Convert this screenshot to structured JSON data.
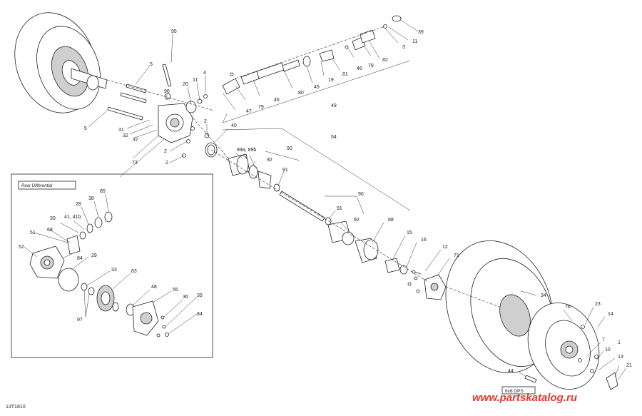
{
  "diagram": {
    "reference": "13T1810",
    "watermark": "www.partskatalog.ru",
    "inset_title": "Rear Differential",
    "wheel_tag": "6x6 DPS",
    "callouts": [
      {
        "id": "c95",
        "label": "95"
      },
      {
        "id": "c5a",
        "label": "5"
      },
      {
        "id": "c5b",
        "label": "5"
      },
      {
        "id": "c11a",
        "label": "11"
      },
      {
        "id": "c4",
        "label": "4"
      },
      {
        "id": "c20",
        "label": "20"
      },
      {
        "id": "c96",
        "label": "96"
      },
      {
        "id": "c31",
        "label": "31"
      },
      {
        "id": "c32",
        "label": "32"
      },
      {
        "id": "c37",
        "label": "37"
      },
      {
        "id": "c73",
        "label": "73"
      },
      {
        "id": "c2a",
        "label": "2"
      },
      {
        "id": "c2b",
        "label": "2"
      },
      {
        "id": "c2c",
        "label": "2"
      },
      {
        "id": "c40",
        "label": "40"
      },
      {
        "id": "c47",
        "label": "47"
      },
      {
        "id": "c79a",
        "label": "79"
      },
      {
        "id": "c46a",
        "label": "46"
      },
      {
        "id": "c80",
        "label": "80"
      },
      {
        "id": "c45",
        "label": "45"
      },
      {
        "id": "c19",
        "label": "19"
      },
      {
        "id": "c81",
        "label": "81"
      },
      {
        "id": "c46b",
        "label": "46"
      },
      {
        "id": "c79b",
        "label": "79"
      },
      {
        "id": "c82",
        "label": "82"
      },
      {
        "id": "c3",
        "label": "3"
      },
      {
        "id": "c11b",
        "label": "11"
      },
      {
        "id": "c39",
        "label": "39"
      },
      {
        "id": "c49",
        "label": "49"
      },
      {
        "id": "c54",
        "label": "54"
      },
      {
        "id": "c89",
        "label": "89a, 89b"
      },
      {
        "id": "c90a",
        "label": "90"
      },
      {
        "id": "c92a",
        "label": "92"
      },
      {
        "id": "c91a",
        "label": "91"
      },
      {
        "id": "c90b",
        "label": "90"
      },
      {
        "id": "c91b",
        "label": "91"
      },
      {
        "id": "c92b",
        "label": "92"
      },
      {
        "id": "c88",
        "label": "88"
      },
      {
        "id": "c15",
        "label": "15"
      },
      {
        "id": "c16",
        "label": "16"
      },
      {
        "id": "c12",
        "label": "12"
      },
      {
        "id": "c71",
        "label": "71"
      },
      {
        "id": "c34",
        "label": "34"
      },
      {
        "id": "c76",
        "label": "76"
      },
      {
        "id": "c23",
        "label": "23"
      },
      {
        "id": "c14",
        "label": "14"
      },
      {
        "id": "c7",
        "label": "7"
      },
      {
        "id": "c10",
        "label": "10"
      },
      {
        "id": "c1",
        "label": "1"
      },
      {
        "id": "c13",
        "label": "13"
      },
      {
        "id": "c21",
        "label": "21"
      },
      {
        "id": "c44",
        "label": "44"
      },
      {
        "id": "c38",
        "label": "38"
      },
      {
        "id": "c85",
        "label": "85"
      },
      {
        "id": "c28",
        "label": "28"
      },
      {
        "id": "c30",
        "label": "30"
      },
      {
        "id": "c41",
        "label": "41, 41b"
      },
      {
        "id": "c51",
        "label": "51"
      },
      {
        "id": "c68",
        "label": "68"
      },
      {
        "id": "c52",
        "label": "52"
      },
      {
        "id": "c84a",
        "label": "84"
      },
      {
        "id": "c29",
        "label": "29"
      },
      {
        "id": "c33",
        "label": "33"
      },
      {
        "id": "c83",
        "label": "83"
      },
      {
        "id": "c97",
        "label": "97"
      },
      {
        "id": "c48",
        "label": "48"
      },
      {
        "id": "c55",
        "label": "55"
      },
      {
        "id": "c36",
        "label": "36"
      },
      {
        "id": "c35",
        "label": "35"
      },
      {
        "id": "c84b",
        "label": "84"
      }
    ]
  }
}
